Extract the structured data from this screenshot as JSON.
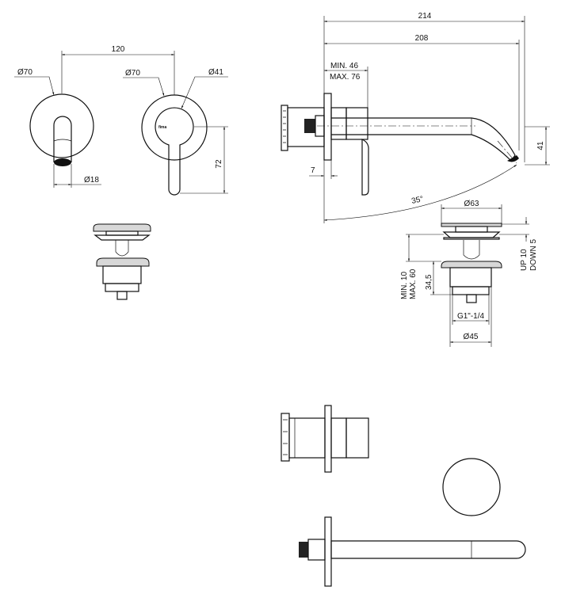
{
  "front_view": {
    "spout_rosette_diameter": "Ø70",
    "mixer_rosette_diameter": "Ø70",
    "handle_diameter": "Ø41",
    "spout_diameter": "Ø18",
    "center_distance": "120",
    "handle_height": "72",
    "brand_mark": "fima"
  },
  "side_view": {
    "overall_length": "214",
    "spout_length": "208",
    "wall_min": "MIN. 46",
    "wall_max": "MAX. 76",
    "plate_thickness": "7",
    "outlet_height": "41",
    "angle": "35°"
  },
  "drain": {
    "cap_diameter": "Ø63",
    "stroke_up": "UP 10",
    "stroke_down": "DOWN 5",
    "basin_min": "MIN. 10",
    "basin_max": "MAX. 60",
    "body_height": "34,5",
    "thread": "G1\"-1/4",
    "body_diameter": "Ø45"
  }
}
